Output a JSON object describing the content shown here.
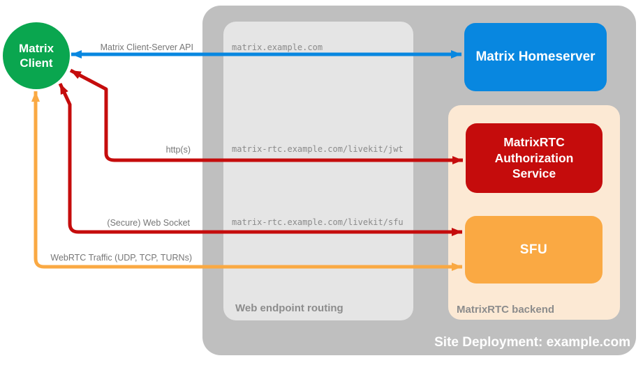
{
  "title": "Matrix RTC deployment diagram",
  "palette": {
    "green": "#0AA64F",
    "blue": "#0887E0",
    "red": "#C50C0C",
    "orange": "#FAA943",
    "outer_gray": "#BFBFBF",
    "inner_gray": "#E5E5E5",
    "peach": "#FCE9D4",
    "label_gray": "#767676",
    "mono_gray": "#8A8A8A",
    "section_gray": "#8C8C8C",
    "white": "#FFFFFF"
  },
  "containers": {
    "site_deployment": {
      "label": "Site Deployment: example.com"
    },
    "web_endpoint_routing": {
      "label": "Web endpoint routing"
    },
    "matrixrtc_backend": {
      "label": "MatrixRTC backend"
    }
  },
  "nodes": {
    "matrix_client": {
      "label": "Matrix Client"
    },
    "matrix_homeserver": {
      "label": "Matrix Homeserver"
    },
    "auth_service": {
      "label": "MatrixRTC Authorization Service"
    },
    "sfu": {
      "label": "SFU"
    }
  },
  "edges": [
    {
      "name": "matrix-client-server-api",
      "label": "Matrix Client-Server API",
      "color": "#0887E0"
    },
    {
      "name": "https",
      "label": "http(s)",
      "color": "#C50C0C"
    },
    {
      "name": "secure-web-socket",
      "label": "(Secure) Web Socket",
      "color": "#C50C0C"
    },
    {
      "name": "webrtc-traffic",
      "label": "WebRTC Traffic (UDP, TCP, TURNs)",
      "color": "#FAA943"
    }
  ],
  "endpoints": [
    "matrix.example.com",
    "matrix-rtc.example.com/livekit/jwt",
    "matrix-rtc.example.com/livekit/sfu"
  ]
}
